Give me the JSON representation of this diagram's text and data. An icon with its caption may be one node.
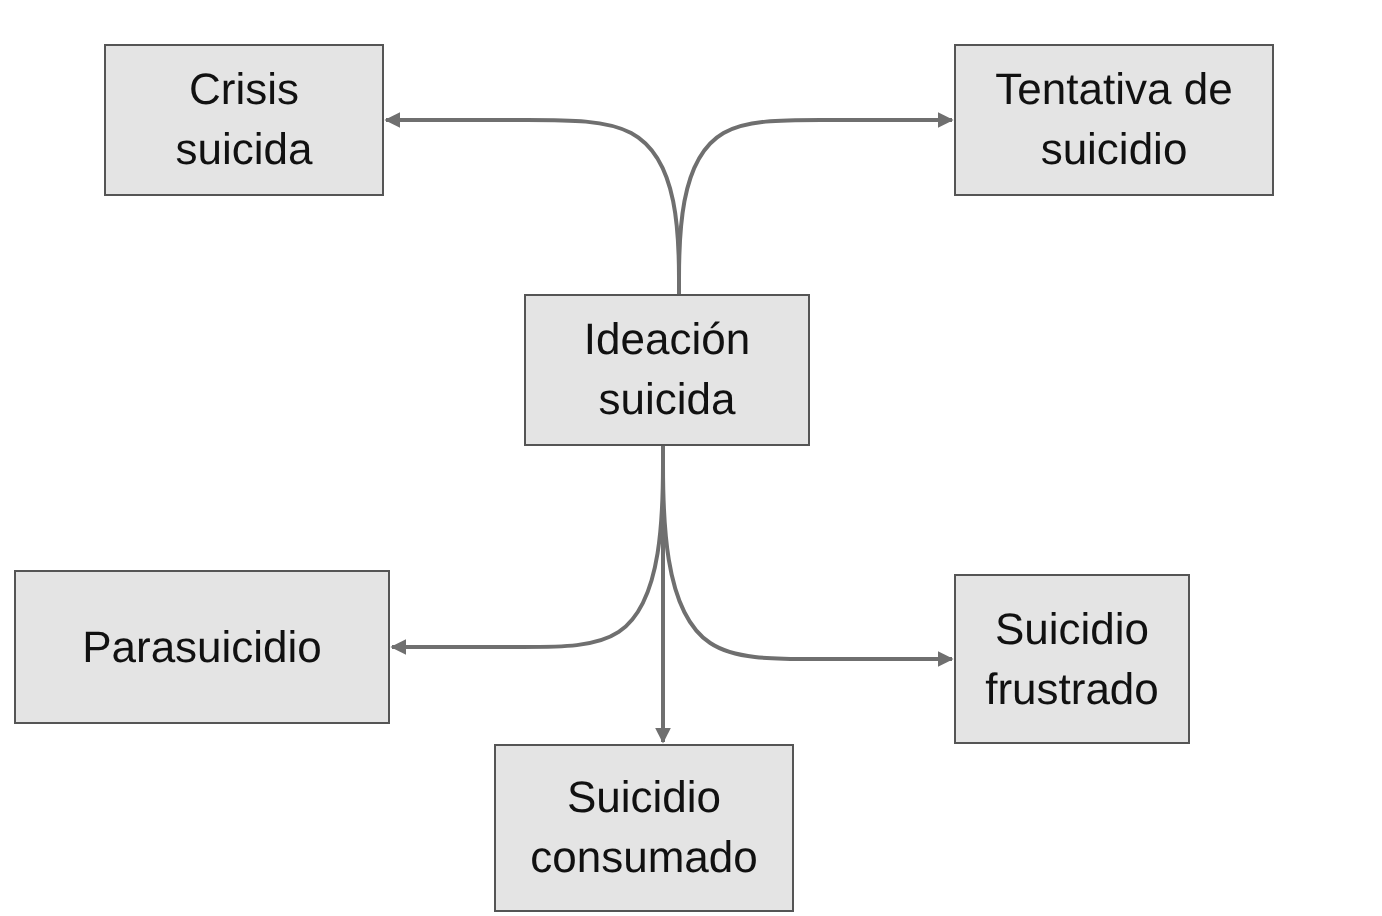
{
  "diagram": {
    "nodes": [
      {
        "text": [
          "Crisis suicida"
        ]
      },
      {
        "text": [
          "Tentativa de suicidio"
        ]
      },
      {
        "text": [
          "Ideación suicida"
        ]
      },
      {
        "text": [
          "Parasuicidio"
        ]
      },
      {
        "text": [
          "Suicidio frustrado"
        ]
      },
      {
        "text": [
          "Suicidio consumado"
        ]
      }
    ],
    "edges": [
      {
        "from": 2,
        "to": 0,
        "arrow": "to"
      },
      {
        "from": 2,
        "to": 1,
        "arrow": "to"
      },
      {
        "from": 2,
        "to": 3,
        "arrow": "to"
      },
      {
        "from": 2,
        "to": 4,
        "arrow": "to"
      },
      {
        "from": 2,
        "to": 5,
        "arrow": "to"
      }
    ]
  }
}
